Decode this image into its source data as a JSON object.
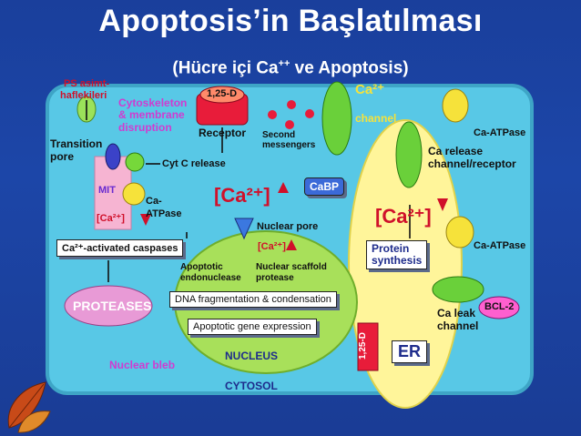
{
  "title": "Apoptosis’in Başlatılması",
  "subtitle": {
    "main": "(Hücre içi Ca",
    "sup": "++",
    "tail": " ve Apoptosis)"
  },
  "labels": {
    "ps_line1": "PS asimt-",
    "ps_line2": "haflekileri",
    "cytoskeleton": "Cytoskeleton",
    "membrane": "& membrane",
    "disruption": "disruption",
    "vitd": "1,25-D",
    "receptor": "Receptor",
    "second1": "Second",
    "second2": "messengers",
    "ca_channel_ion": "Ca²⁺",
    "ca_channel": "channel",
    "ca_atpase_top": "Ca-ATPase",
    "transition1": "Transition",
    "transition2": "pore",
    "cytc": "Cyt C release",
    "mit": "MIT",
    "mit_ca": "[Ca²⁺]",
    "mit_atpase1": "Ca-",
    "mit_atpase2": "ATPase",
    "cyto_ca": "[Ca²⁺]",
    "cabp": "CaBP",
    "ca_release1": "Ca release",
    "ca_release2": "channel/receptor",
    "nuclear_pore": "Nuclear pore",
    "er_ca": "[Ca²⁺]",
    "caspases": "Ca²⁺-activated caspases",
    "nuc_ca": "[Ca²⁺]",
    "endo1": "Apoptotic",
    "endo2": "endonuclease",
    "scaffold1": "Nuclear scaffold",
    "scaffold2": "protease",
    "protein1": "Protein",
    "protein2": "synthesis",
    "ca_atpase_er": "Ca-ATPase",
    "proteases": "PROTEASES",
    "dna_frag": "DNA fragmentation & condensation",
    "gene_expr": "Apoptotic gene expression",
    "bcl2": "BCL-2",
    "calleak1": "Ca leak",
    "calleak2": "channel",
    "vitd_er": "1,25-D",
    "er": "ER",
    "bleb": "Nuclear bleb",
    "nucleus": "NUCLEUS",
    "cytosol": "CYTOSOL"
  },
  "colors": {
    "background": "#1c46a8",
    "cytosol": "#58c8e6",
    "nucleus": "#a8e05a",
    "er": "#fff59a",
    "accent_red": "#d0102a"
  }
}
